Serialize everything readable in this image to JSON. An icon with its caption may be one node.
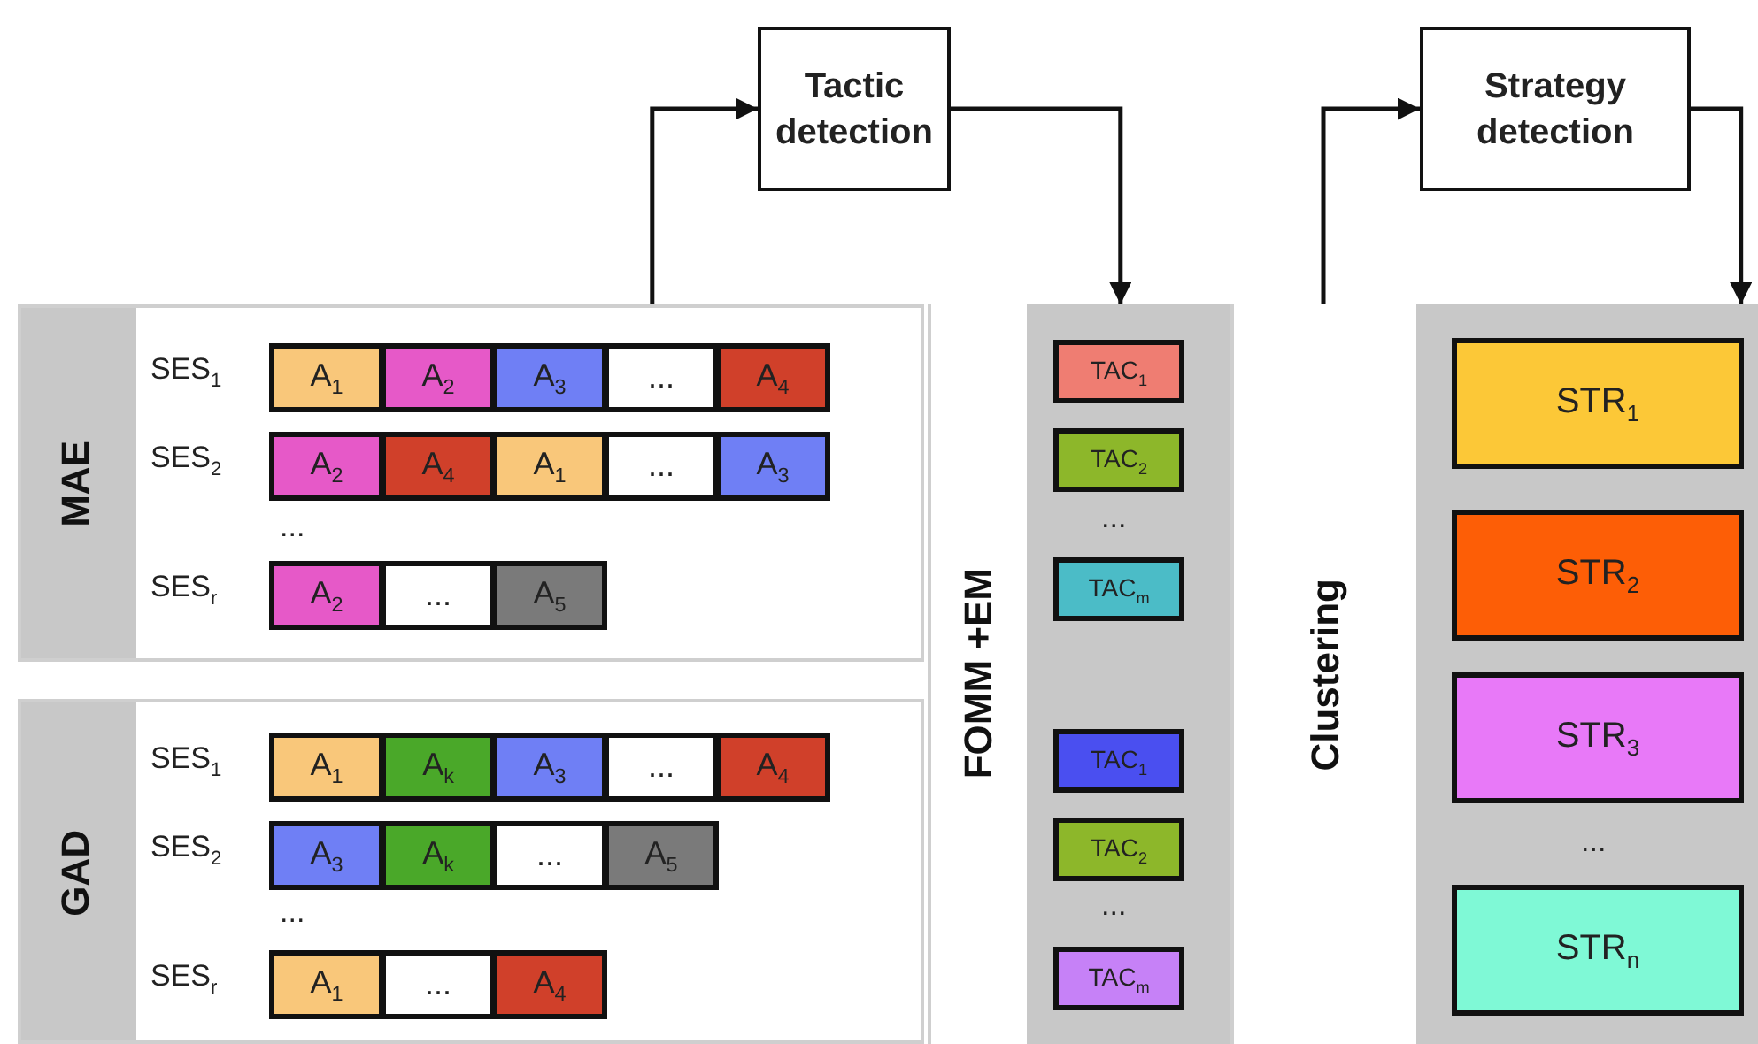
{
  "diagram": {
    "nodes": [
      {
        "text": [
          "Tactic detection"
        ]
      },
      {
        "text": [
          "Strategy detection"
        ]
      },
      {
        "text": [
          "MAE"
        ]
      },
      {
        "text": [
          "A$_{1}$"
        ],
        "in": 2
      },
      {
        "text": [
          "A$_{2}$"
        ],
        "in": 2
      },
      {
        "text": [
          "A$_{3}$"
        ],
        "in": 2
      },
      {
        "text": [
          "..."
        ],
        "in": 2
      },
      {
        "text": [
          "A$_{4}$"
        ],
        "in": 2
      },
      {
        "text": [
          "A$_{2}$"
        ],
        "in": 2
      },
      {
        "text": [
          "A$_{4}$"
        ],
        "in": 2
      },
      {
        "text": [
          "A$_{1}$"
        ],
        "in": 2
      },
      {
        "text": [
          "..."
        ],
        "in": 2
      },
      {
        "text": [
          "A$_{3}$"
        ],
        "in": 2
      },
      {
        "text": [
          "A$_{2}$"
        ],
        "in": 2
      },
      {
        "text": [
          "..."
        ],
        "in": 2
      },
      {
        "text": [
          "A$_{5}$"
        ],
        "in": 2
      },
      {
        "text": [
          "GAD"
        ]
      },
      {
        "text": [
          "A$_{1}$"
        ],
        "in": 16
      },
      {
        "text": [
          "A$_{k}$"
        ],
        "in": 16
      },
      {
        "text": [
          "A$_{3}$"
        ],
        "in": 16
      },
      {
        "text": [
          "..."
        ],
        "in": 16
      },
      {
        "text": [
          "A$_{4}$"
        ],
        "in": 16
      },
      {
        "text": [
          "A$_{3}$"
        ],
        "in": 16
      },
      {
        "text": [
          "A$_{k}$"
        ],
        "in": 16
      },
      {
        "text": [
          "..."
        ],
        "in": 16
      },
      {
        "text": [
          "A$_{5}$"
        ],
        "in": 16
      },
      {
        "text": [
          "A$_{1}$"
        ],
        "in": 16
      },
      {
        "text": [
          "..."
        ],
        "in": 16
      },
      {
        "text": [
          "A$_{4}$"
        ],
        "in": 16
      },
      {
        "text": [
          "FOMM +EM"
        ]
      },
      {
        "text": [],
        "shape": "bar"
      },
      {
        "text": [
          "TAC$_{1}$"
        ],
        "in": 30
      },
      {
        "text": [
          "TAC$_{2}$"
        ],
        "in": 30
      },
      {
        "text": [
          "TAC$_{m}$"
        ],
        "in": 30
      },
      {
        "text": [
          "TAC$_{1}$"
        ],
        "in": 30
      },
      {
        "text": [
          "TAC$_{2}$"
        ],
        "in": 30
      },
      {
        "text": [
          "TAC$_{m}$"
        ],
        "in": 30
      },
      {
        "text": [
          "Clustering"
        ]
      },
      {
        "text": [],
        "shape": "bar"
      },
      {
        "text": [
          "STR$_{1}$"
        ],
        "in": 38
      },
      {
        "text": [
          "STR$_{2}$"
        ],
        "in": 38
      },
      {
        "text": [
          "STR$_{3}$"
        ],
        "in": 38
      },
      {
        "text": [
          "STR$_{n}$"
        ],
        "in": 38
      }
    ],
    "edges": [
      {
        "from": 2,
        "to": 0,
        "arrow": "to"
      },
      {
        "from": 0,
        "to": 30,
        "arrow": "to"
      },
      {
        "from": 37,
        "to": 1,
        "arrow": "to"
      },
      {
        "from": 1,
        "to": 38,
        "arrow": "to"
      }
    ],
    "labels": [
      "SES$_{1}$",
      "SES$_{2}$",
      "...",
      "SES$_{r}$",
      "SES$_{1}$",
      "SES$_{2}$",
      "...",
      "SES$_{r}$",
      "...",
      "...",
      "..."
    ]
  }
}
